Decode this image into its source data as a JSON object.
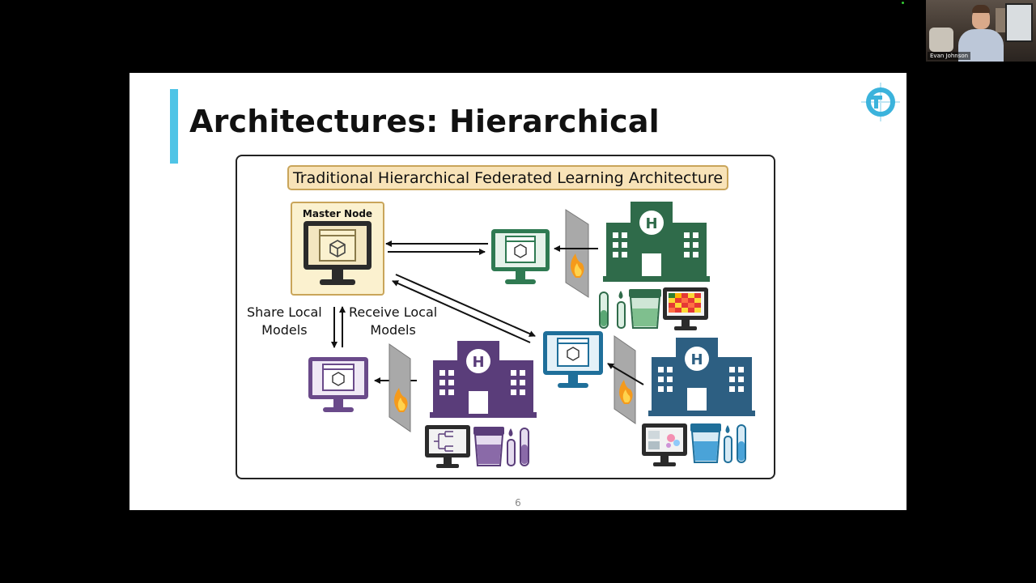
{
  "slide": {
    "title": "Architectures: Hierarchical",
    "page_number": "6"
  },
  "figure": {
    "title": "Traditional Hierarchical Federated Learning Architecture",
    "master_label": "Master Node",
    "share_label_line1": "Share Local",
    "share_label_line2": "Models",
    "receive_label_line1": "Receive Local",
    "receive_label_line2": "Models",
    "hospital_letter": "H"
  },
  "webcam": {
    "participant_name": "Evan Johnson"
  },
  "colors": {
    "accent": "#4fc4e6",
    "green": "#2f6b4a",
    "purple": "#5a3d7a",
    "blue": "#2d5f82",
    "master_fill": "#fbf1cf",
    "title_box": "#f8e3b8"
  }
}
